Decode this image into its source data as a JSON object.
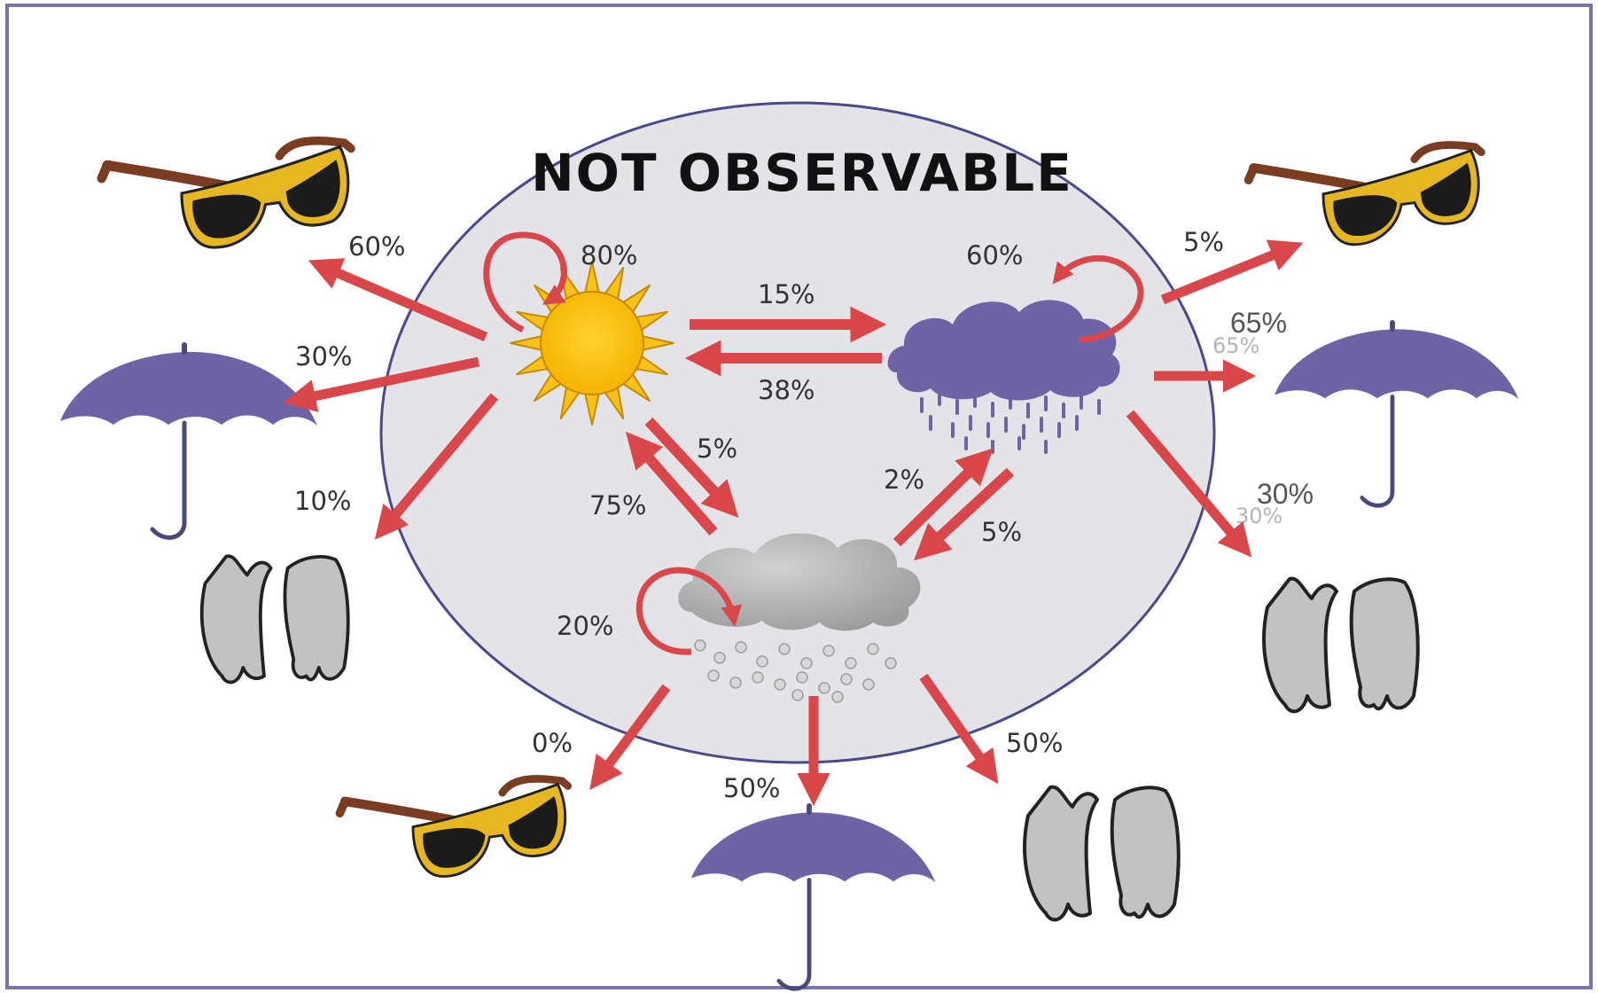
{
  "title": "NOT OBSERVABLE",
  "states": [
    {
      "id": "sunny",
      "icon": "sun-icon"
    },
    {
      "id": "rainy",
      "icon": "rain-cloud-icon"
    },
    {
      "id": "snowy",
      "icon": "snow-cloud-icon"
    }
  ],
  "observations": [
    {
      "id": "sunglasses",
      "icon": "sunglasses-icon"
    },
    {
      "id": "umbrella",
      "icon": "umbrella-icon"
    },
    {
      "id": "mittens",
      "icon": "mittens-icon"
    }
  ],
  "transitions": {
    "sunny_sunny": "80%",
    "sunny_rainy": "15%",
    "rainy_sunny": "38%",
    "sunny_snowy": "5%",
    "snowy_sunny": "75%",
    "rainy_rainy": "60%",
    "snowy_rainy": "2%",
    "rainy_snowy": "5%",
    "snowy_snowy": "20%"
  },
  "emissions": {
    "sunny_sunglasses": "60%",
    "sunny_umbrella": "30%",
    "sunny_mittens": "10%",
    "rainy_sunglasses": "5%",
    "rainy_umbrella": "65%",
    "rainy_mittens": "30%",
    "snowy_sunglasses": "0%",
    "snowy_umbrella": "50%",
    "snowy_mittens": "50%"
  },
  "colors": {
    "border": "#7b72a8",
    "ellipse_fill": "#e4e4e8",
    "ellipse_stroke": "#4a4a8a",
    "arrow": "#d9474b",
    "sun": "#f9c21a",
    "rain_cloud": "#6d63a5",
    "snow_cloud": "#b8b8b8",
    "umbrella": "#6d63a5",
    "mittens": "#c2c2c2",
    "glasses_frame": "#e7b722",
    "glasses_temple": "#7a3d22"
  }
}
